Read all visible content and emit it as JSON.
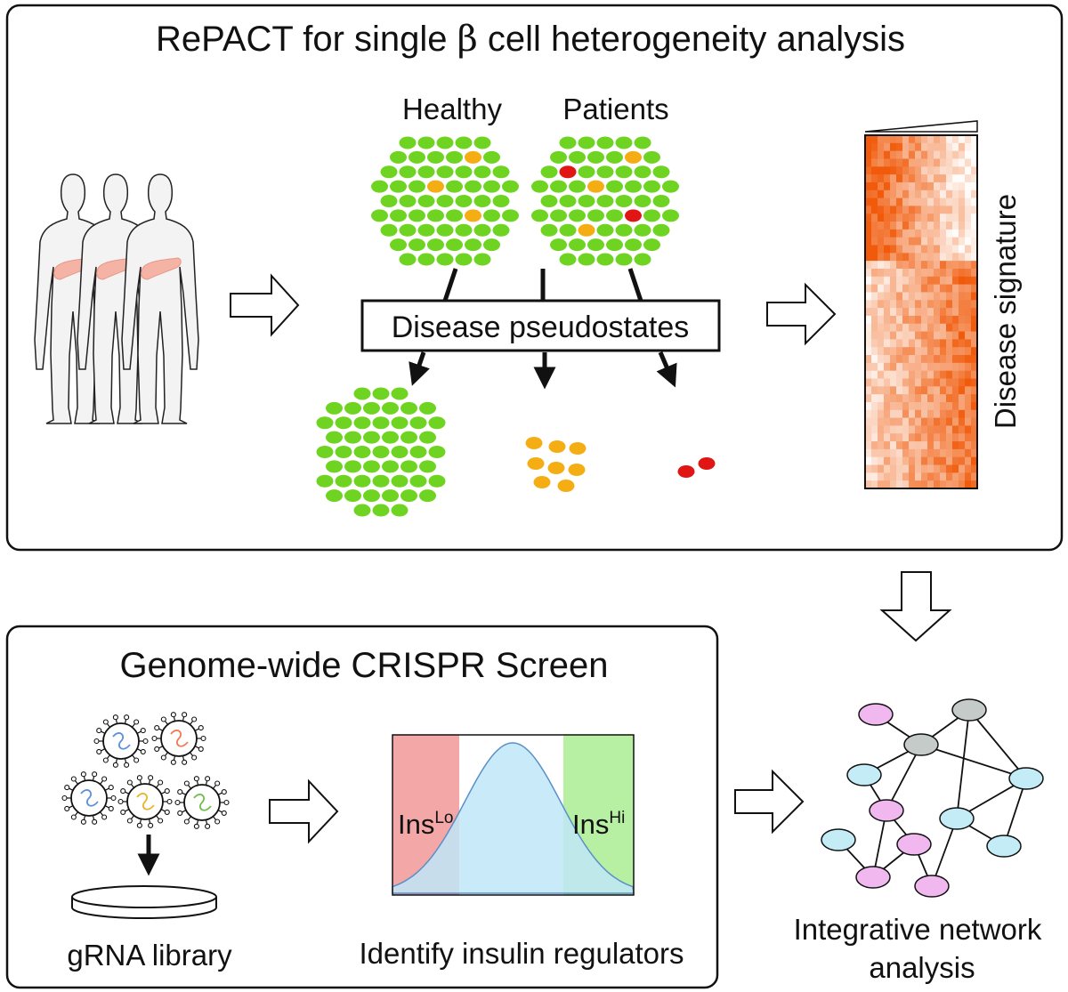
{
  "top_panel": {
    "title_prefix": "RePACT for single ",
    "title_beta": "β",
    "title_suffix": " cell heterogeneity analysis",
    "healthy_label": "Healthy",
    "patients_label": "Patients",
    "pseudostates_label": "Disease pseudostates",
    "signature_label": "Disease signature"
  },
  "bottom_panel": {
    "title": "Genome-wide CRISPR Screen",
    "library_label": "gRNA library",
    "distribution": {
      "lo_label_base": "Ins",
      "lo_label_sup": "Lo",
      "hi_label_base": "Ins",
      "hi_label_sup": "Hi"
    },
    "regulators_label": "Identify insulin regulators"
  },
  "network": {
    "label_line1": "Integrative network",
    "label_line2": "analysis"
  },
  "colors": {
    "healthy_cell": "#6fd321",
    "intermediate_cell": "#f5ad14",
    "disease_cell": "#e21515",
    "heatmap_high": "#f05a0a",
    "lo_region": "#f4a7a7",
    "hi_region": "#b7f0a3",
    "curve_fill": "#bfe6f7",
    "node_pink": "#f1b8f0",
    "node_grey": "#c5cbc8",
    "node_blue": "#c4ecf7"
  }
}
